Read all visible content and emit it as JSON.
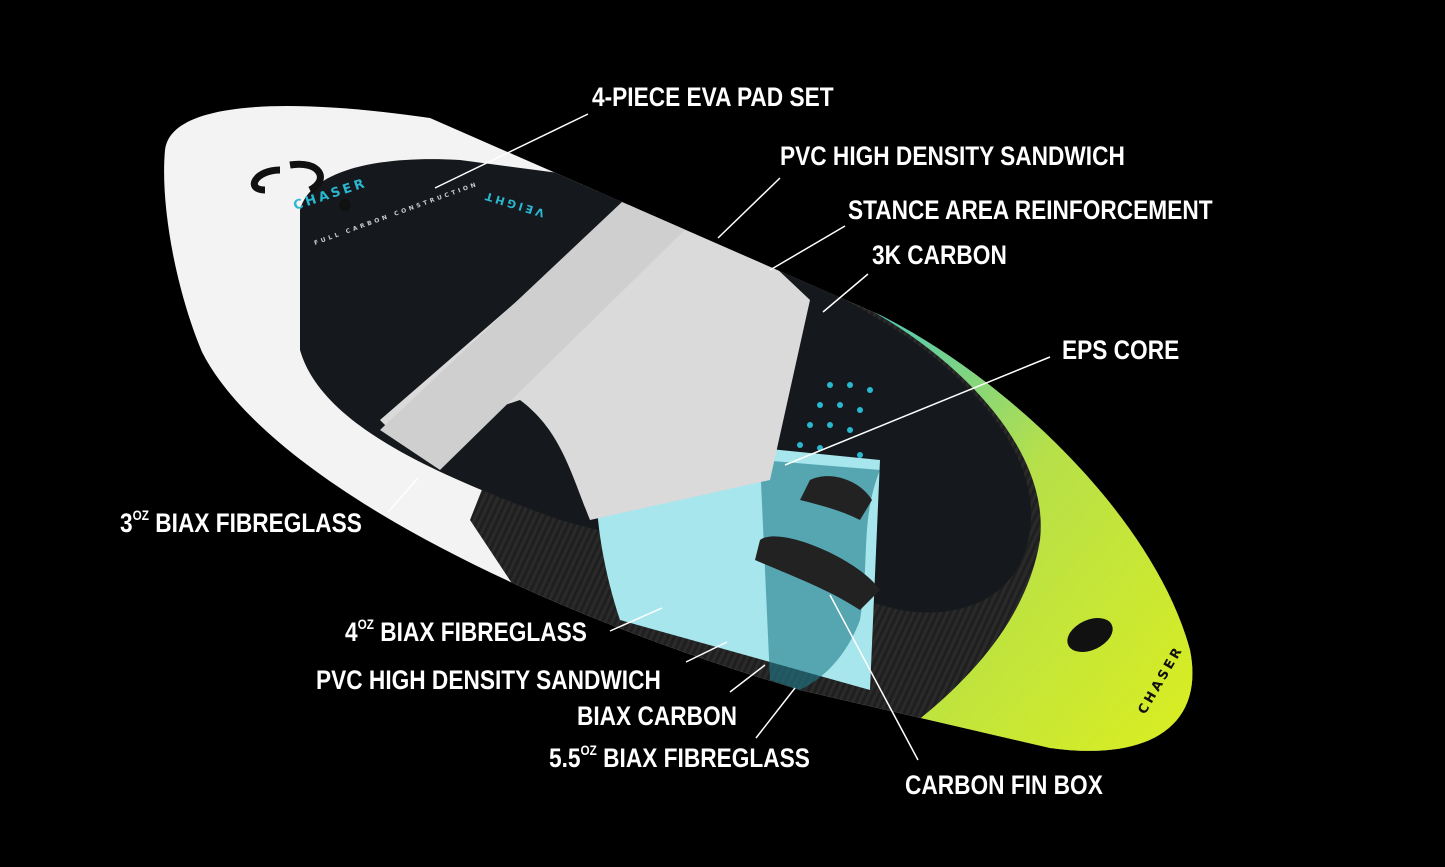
{
  "product": {
    "brand_top": "CHASER",
    "brand_tail": "CHASER",
    "pad_text_1": "VEIGHT",
    "pad_text_2": "FULL CARBON CONSTRUCTION",
    "colors": {
      "background": "#000000",
      "nose": "#f4f4f4",
      "deck": "#15181c",
      "tail": "#d8ea1a",
      "accent": "#28b8cf",
      "core": "#a6e6ec",
      "pads": "#dcdcdc"
    }
  },
  "labels": [
    {
      "id": "eva-pad",
      "pre": "4-PIECE EVA PAD SET",
      "sup": "",
      "post": ""
    },
    {
      "id": "pvc-top",
      "pre": "PVC HIGH DENSITY SANDWICH",
      "sup": "",
      "post": ""
    },
    {
      "id": "stance",
      "pre": "STANCE AREA REINFORCEMENT",
      "sup": "",
      "post": ""
    },
    {
      "id": "carbon-3k",
      "pre": "3K CARBON",
      "sup": "",
      "post": ""
    },
    {
      "id": "eps",
      "pre": "EPS CORE",
      "sup": "",
      "post": ""
    },
    {
      "id": "biax3",
      "pre": "3",
      "sup": "OZ",
      "post": " BIAX FIBREGLASS"
    },
    {
      "id": "biax4",
      "pre": "4",
      "sup": "OZ",
      "post": " BIAX FIBREGLASS"
    },
    {
      "id": "pvc-bottom",
      "pre": "PVC HIGH DENSITY SANDWICH",
      "sup": "",
      "post": ""
    },
    {
      "id": "biax-carbon",
      "pre": "BIAX CARBON",
      "sup": "",
      "post": ""
    },
    {
      "id": "biax55",
      "pre": "5.5",
      "sup": "OZ",
      "post": " BIAX FIBREGLASS"
    },
    {
      "id": "finbox",
      "pre": "CARBON FIN BOX",
      "sup": "",
      "post": ""
    }
  ]
}
